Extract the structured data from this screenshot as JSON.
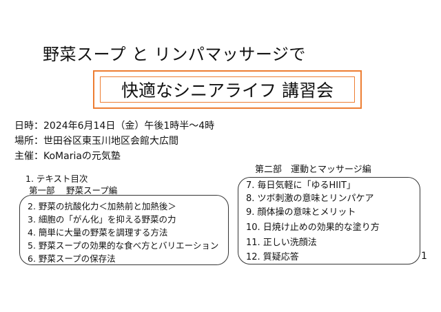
{
  "title": "野菜スープ と リンパマッサージで",
  "subtitle": "快適なシニアライフ 講習会",
  "info": [
    "日時：2024年6月14日（金）午後1時半～4時",
    "場所：世田谷区東玉川地区会館大広間",
    "主催：KoMariaの元気塾"
  ],
  "part1": {
    "toc": "1. テキスト目次",
    "heading": "第一部　 野菜スープ編",
    "items": [
      "2.  野菜の抗酸化力＜加熱前と加熱後＞",
      "3.  細胞の「がん化」を抑える野菜の力",
      "4.  簡単に大量の野菜を調理する方法",
      "5.  野菜スープの効果的な食べ方とバリエーション",
      "6.  野菜スープの保存法"
    ]
  },
  "part2": {
    "heading": "第二部　運動とマッサージ編",
    "items": [
      "7.  毎日気軽に「ゆるHIIT」",
      "8.  ツボ刺激の意味とリンパケア",
      "9.  顔体操の意味とメリット",
      "10.  日焼け止めの効果的な塗り方",
      "11.  正しい洗顔法",
      "12.  質疑応答"
    ]
  },
  "page_number": "1",
  "colors": {
    "frame": "#ed7d31"
  }
}
